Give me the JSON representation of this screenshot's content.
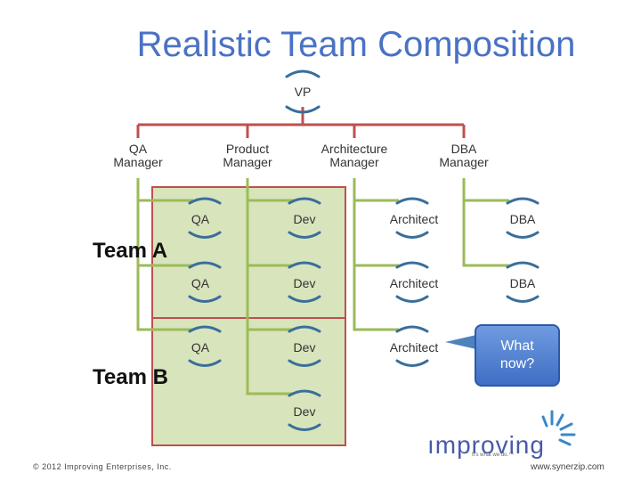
{
  "title": "Realistic Team Composition",
  "vp": "VP",
  "managers": [
    {
      "label": "QA\nManager"
    },
    {
      "label": "Product\nManager"
    },
    {
      "label": "Architecture\nManager"
    },
    {
      "label": "DBA\nManager"
    }
  ],
  "members": {
    "qa": "QA",
    "dev": "Dev",
    "architect": "Architect",
    "dba": "DBA"
  },
  "teams": {
    "a": "Team A",
    "b": "Team B"
  },
  "callout": "What now?",
  "footer": {
    "copyright": "© 2012 Improving Enterprises, Inc.",
    "url": "www.synerzip.com",
    "logo_word": "ımproving",
    "logo_tagline": "It's what we do.™"
  },
  "colors": {
    "title": "#4a72c4",
    "org_lines": "#c0504d",
    "team_lines": "#9bbb59",
    "team_fill": "#d8e4bc",
    "person_arc": "#3a6e9a",
    "callout": "#4f81bd"
  }
}
